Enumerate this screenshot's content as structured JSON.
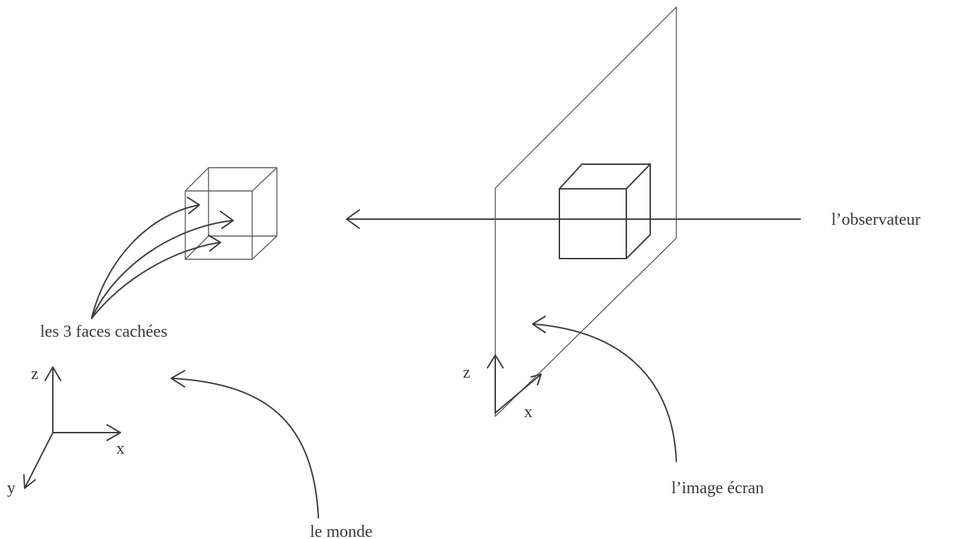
{
  "labels": {
    "observer": "l’observateur",
    "hidden_faces": "les 3 faces cachées",
    "screen_image": "l’image écran",
    "world": "le monde"
  },
  "world_axes": {
    "z": "z",
    "x": "x",
    "y": "y"
  },
  "screen_axes": {
    "z": "z",
    "x": "x"
  },
  "colors": {
    "ink": "#3c3c3c",
    "background": "#ffffff"
  }
}
